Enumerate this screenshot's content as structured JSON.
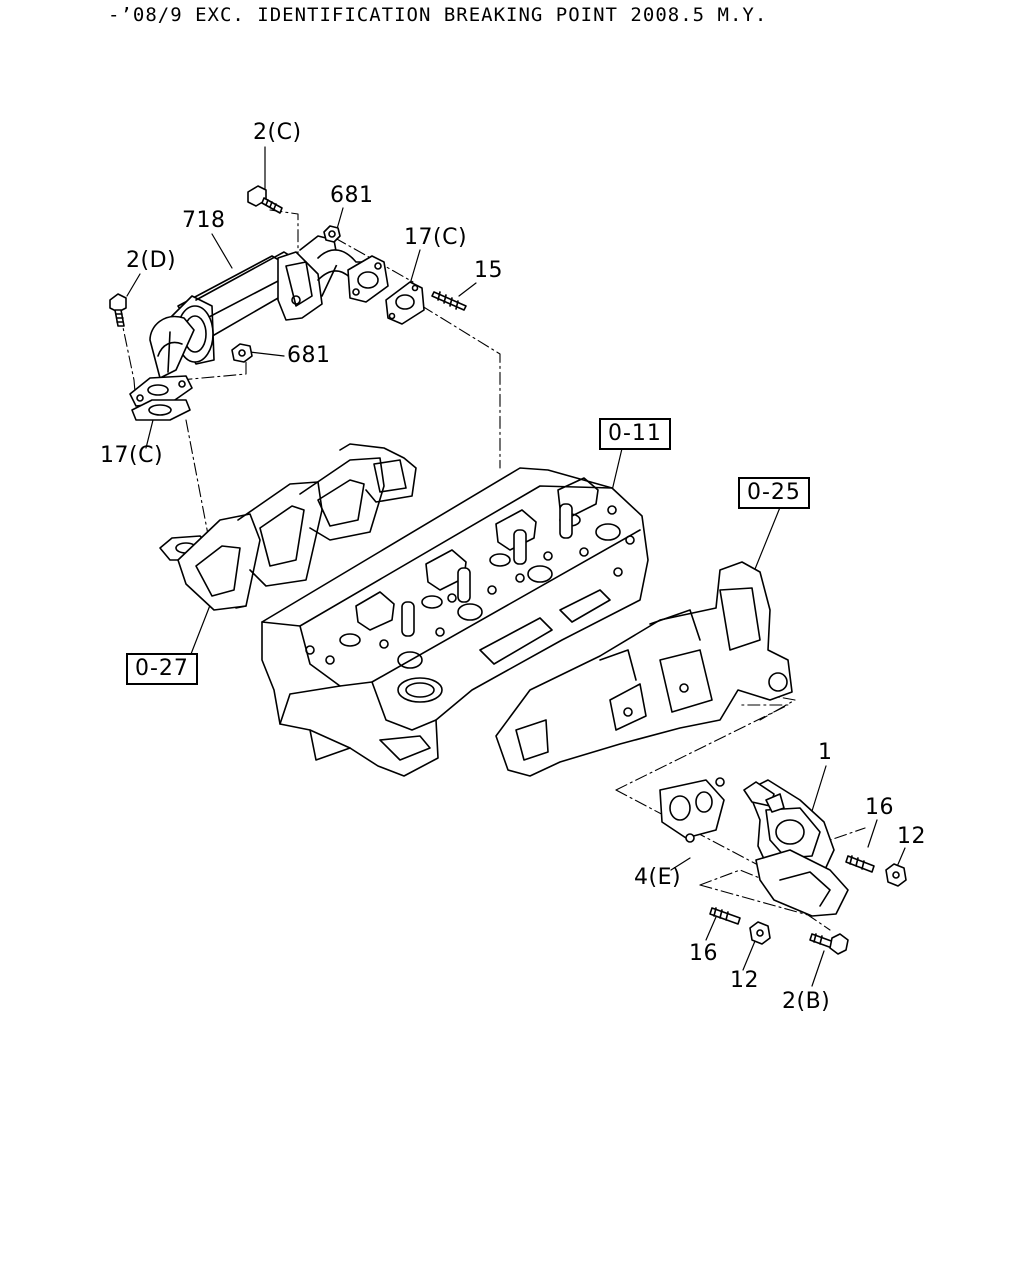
{
  "header": "-’08/9 EXC. IDENTIFICATION BREAKING POINT 2008.5 M.Y.",
  "callouts": {
    "c_2c": "2(C)",
    "c_681_top": "681",
    "c_718": "718",
    "c_17c_top": "17(C)",
    "c_15": "15",
    "c_2d": "2(D)",
    "c_681_mid": "681",
    "c_17c_left": "17(C)",
    "c_1": "1",
    "c_16_right": "16",
    "c_12_right": "12",
    "c_4e": "4(E)",
    "c_16_left": "16",
    "c_12_left": "12",
    "c_2b": "2(B)"
  },
  "refs": {
    "r_0_11": "0-11",
    "r_0_25": "0-25",
    "r_0_27": "0-27"
  }
}
